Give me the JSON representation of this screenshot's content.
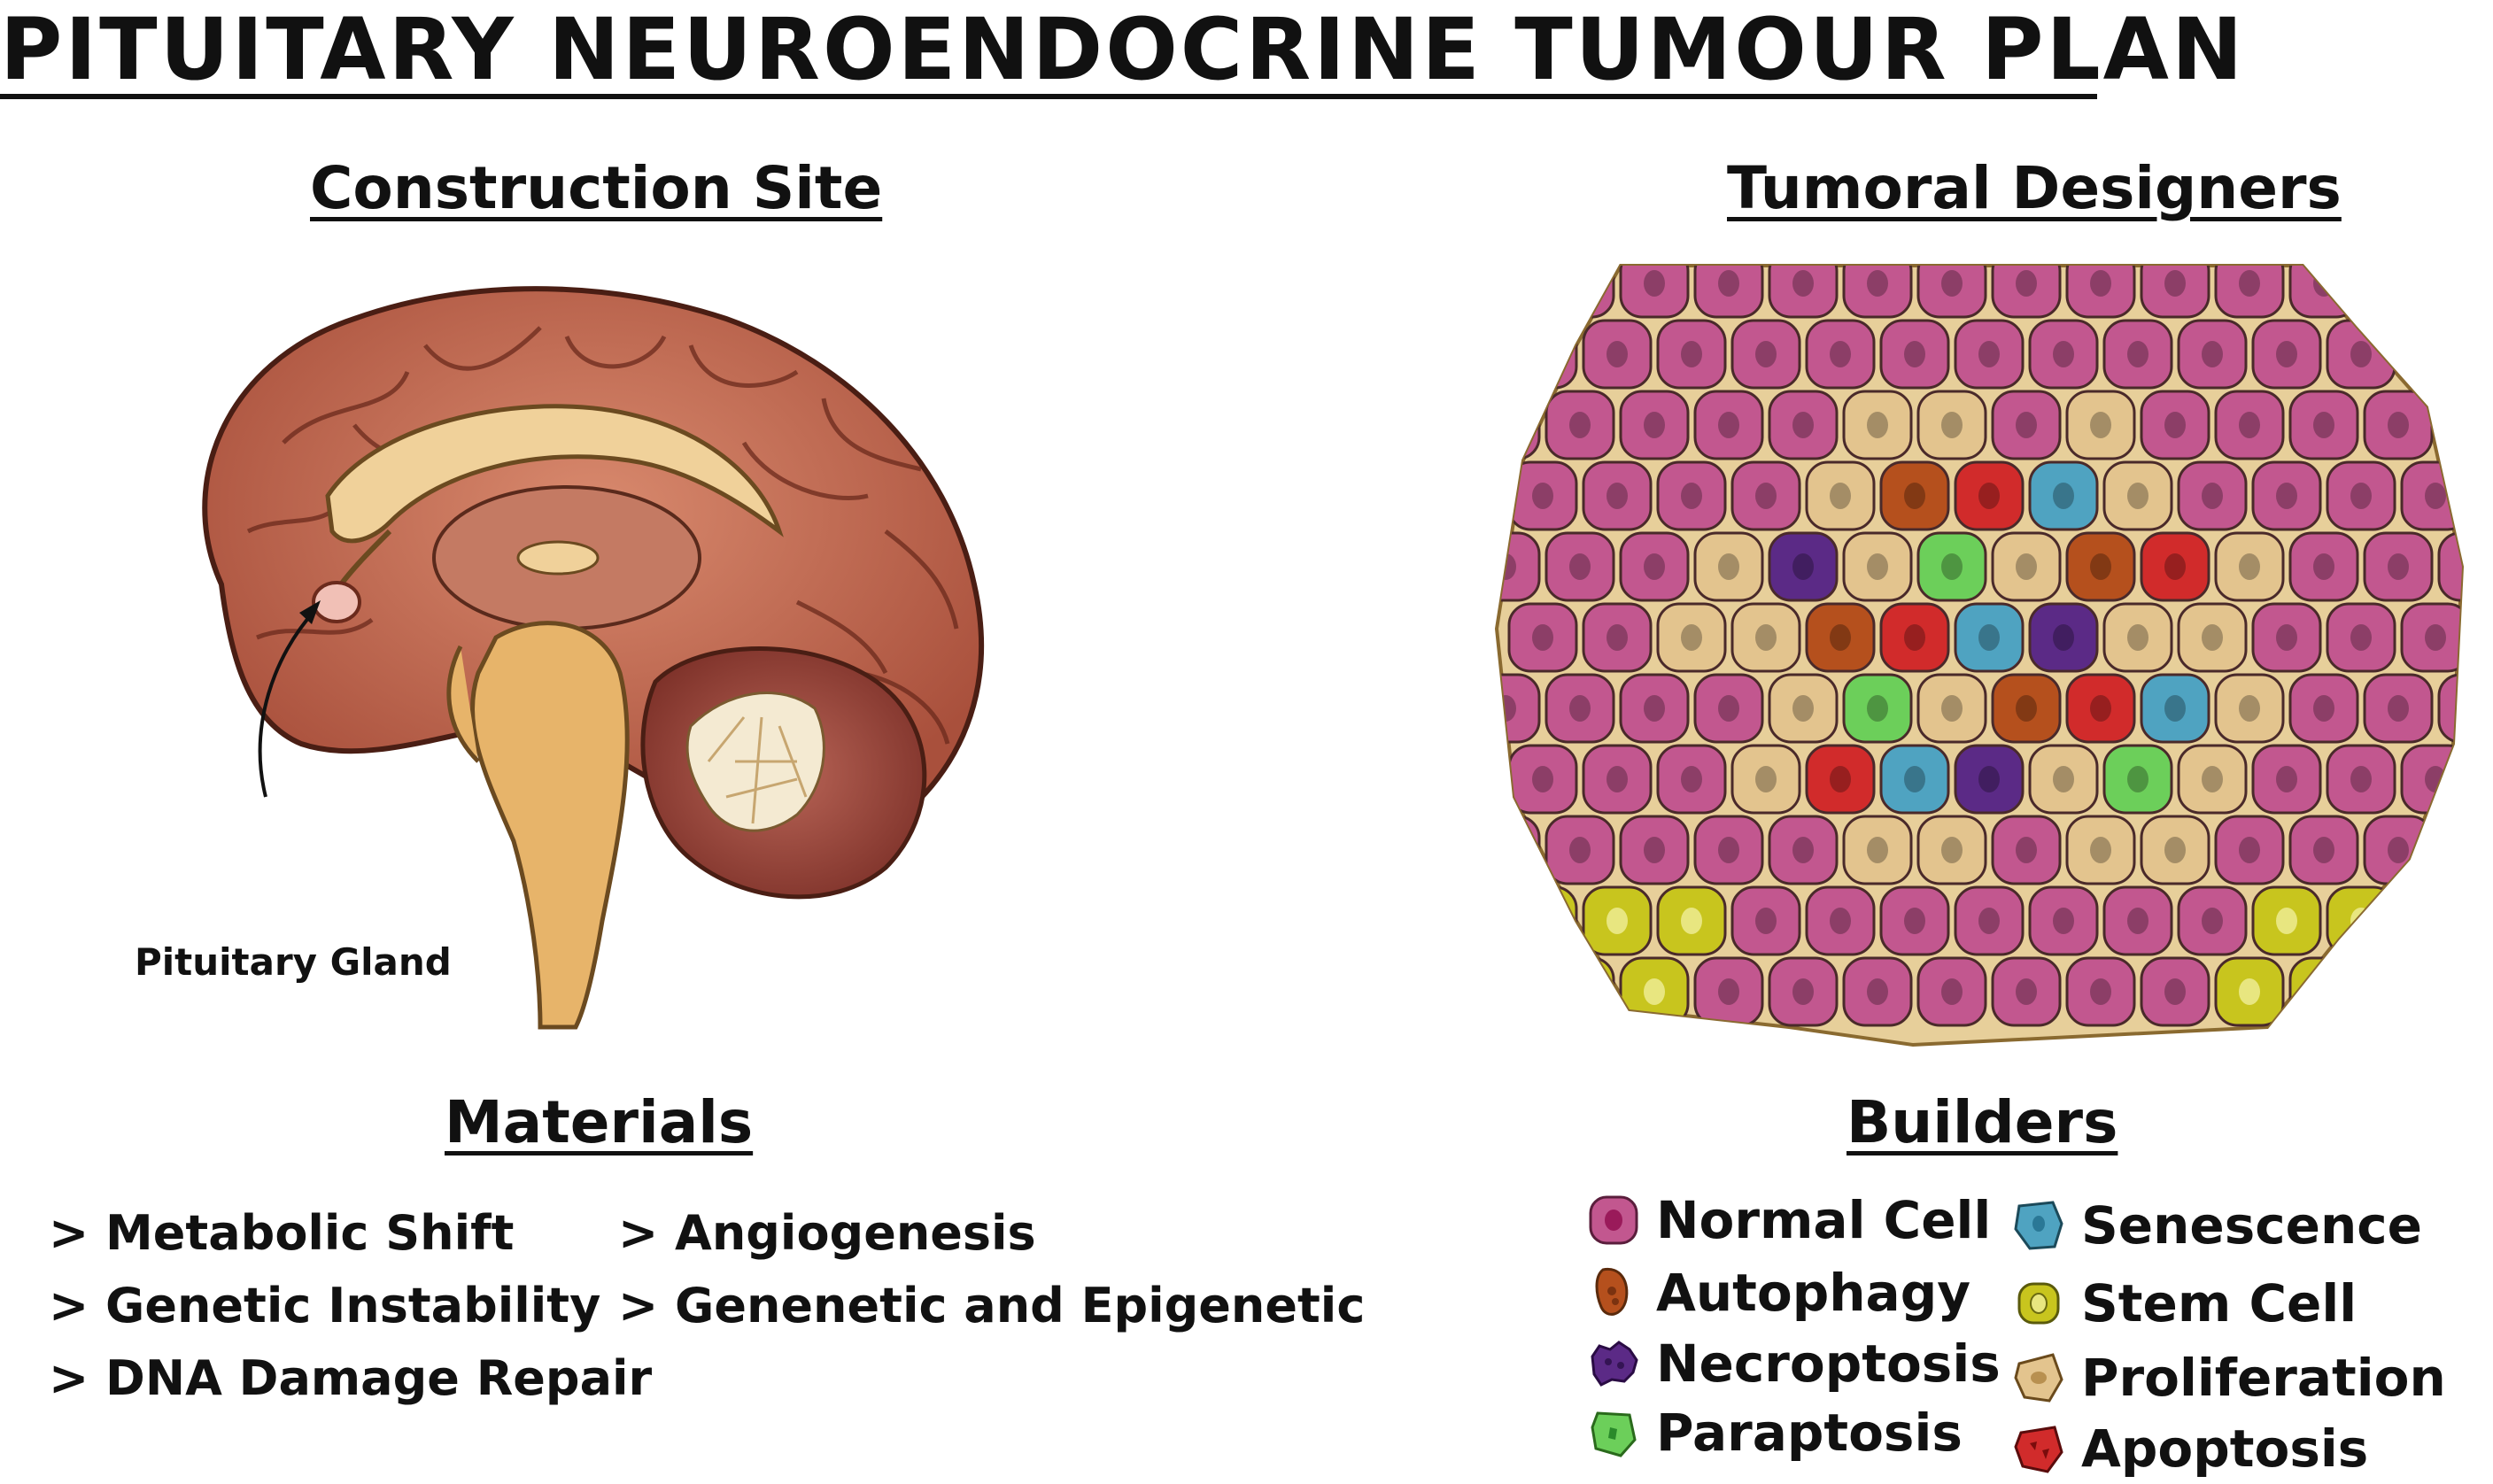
{
  "title": "PITUITARY NEUROENDOCRINE TUMOUR PLAN",
  "construction_site": {
    "heading": "Construction Site",
    "callout_label": "Pituitary Gland"
  },
  "tumoral_designers": {
    "heading": "Tumoral Designers"
  },
  "materials": {
    "heading": "Materials",
    "column_1": [
      "> Metabolic Shift",
      "> Genetic Instability",
      "> DNA Damage Repair"
    ],
    "column_2": [
      "> Angiogenesis",
      "> Genenetic and Epigenetic"
    ]
  },
  "builders": {
    "heading": "Builders",
    "items": [
      {
        "label": "Normal Cell",
        "icon": "normal-cell-icon",
        "color": "#c2578f"
      },
      {
        "label": "Autophagy",
        "icon": "autophagy-cell-icon",
        "color": "#b5501d"
      },
      {
        "label": "Necroptosis",
        "icon": "necroptosis-cell-icon",
        "color": "#5b2a86"
      },
      {
        "label": "Paraptosis",
        "icon": "paraptosis-cell-icon",
        "color": "#6ccf5a"
      },
      {
        "label": "Senescence",
        "icon": "senescence-cell-icon",
        "color": "#4fa3c1"
      },
      {
        "label": "Stem Cell",
        "icon": "stem-cell-icon",
        "color": "#c8c51e"
      },
      {
        "label": "Proliferation",
        "icon": "proliferation-cell-icon",
        "color": "#e3c48e"
      },
      {
        "label": "Apoptosis",
        "icon": "apoptosis-cell-icon",
        "color": "#d12b2b"
      }
    ]
  }
}
